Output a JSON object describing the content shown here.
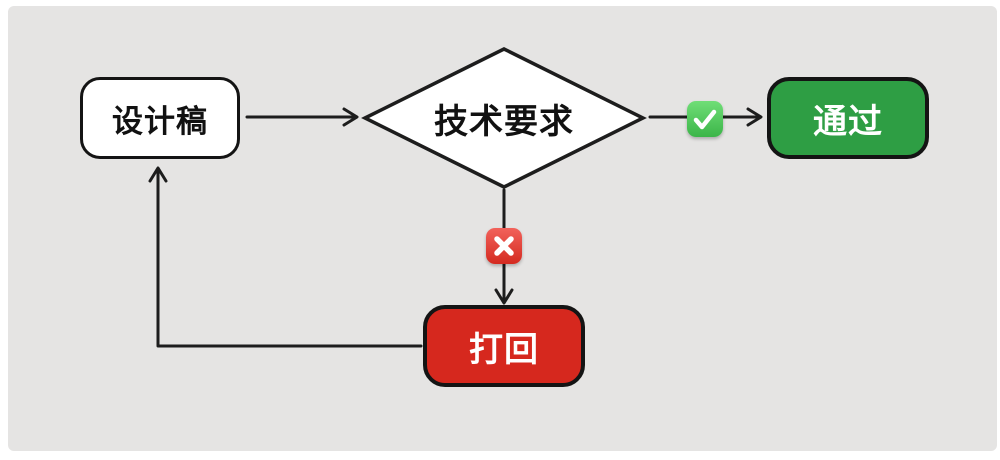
{
  "diagram": {
    "background": "#e5e4e3",
    "page_background": "#ffffff",
    "line_color": "#1d1d1d",
    "nodes": {
      "design": {
        "label": "设计稿",
        "shape": "rounded-rect",
        "fill": "#ffffff",
        "text_color": "#111111"
      },
      "decision": {
        "label": "技术要求",
        "shape": "diamond",
        "fill": "#ffffff",
        "text_color": "#111111"
      },
      "pass": {
        "label": "通过",
        "shape": "rounded-rect",
        "fill": "#2e9e44",
        "text_color": "#ffffff"
      },
      "reject": {
        "label": "打回",
        "shape": "rounded-rect",
        "fill": "#d6281e",
        "text_color": "#ffffff"
      }
    },
    "edges": [
      {
        "from": "design",
        "to": "decision",
        "marker": ""
      },
      {
        "from": "decision",
        "to": "pass",
        "marker": "check-mark-emoji"
      },
      {
        "from": "decision",
        "to": "reject",
        "marker": "cross-mark-emoji"
      },
      {
        "from": "reject",
        "to": "design",
        "marker": ""
      }
    ],
    "icons": {
      "check": {
        "name": "check-mark-emoji",
        "color_top": "#70de77",
        "color_bottom": "#3cb549"
      },
      "cross": {
        "name": "cross-mark-emoji",
        "color_top": "#f2625b",
        "color_bottom": "#d42a20"
      }
    }
  }
}
